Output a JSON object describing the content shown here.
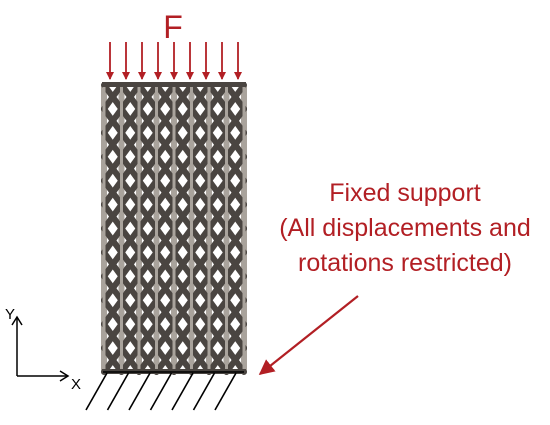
{
  "force": {
    "label": "F",
    "arrow_count": 9
  },
  "lattice": {
    "columns": 8,
    "rows": 12,
    "strut_color": "#4a4541",
    "vertical_color": "#a9a39c"
  },
  "support": {
    "label_lines": [
      "Fixed support",
      "(All displacements and",
      "rotations restricted)"
    ],
    "hatch_count": 7
  },
  "axes": {
    "x_label": "X",
    "y_label": "Y"
  },
  "colors": {
    "accent": "#b21f24",
    "ink": "#000000"
  }
}
